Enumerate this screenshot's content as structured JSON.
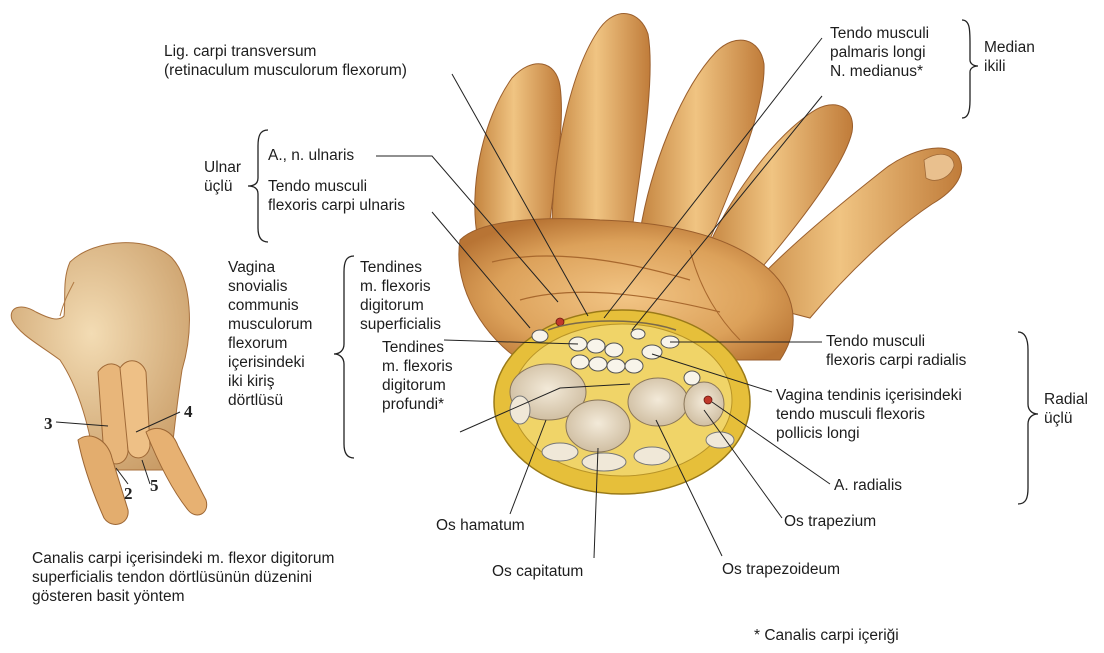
{
  "labels": {
    "lig_carpi": [
      "Lig. carpi transversum",
      "(retinaculum musculorum flexorum)"
    ],
    "median_tendo": [
      "Tendo musculi",
      "palmaris longi"
    ],
    "n_medianus": "N. medianus*",
    "median_group": [
      "Median",
      "ikili"
    ],
    "ulnar_group": [
      "Ulnar",
      "üçlü"
    ],
    "a_n_ulnaris": "A., n. ulnaris",
    "tendo_fcu": [
      "Tendo musculi",
      "flexoris carpi ulnaris"
    ],
    "vagina_synovialis": [
      "Vagina",
      "snovialis",
      "communis",
      "musculorum",
      "flexorum",
      "içerisindeki",
      "iki kiriş",
      "dörtlüsü"
    ],
    "tendines_superficialis": [
      "Tendines",
      "m. flexoris",
      "digitorum",
      "superficialis"
    ],
    "tendines_profundi": [
      "Tendines",
      "m. flexoris",
      "digitorum",
      "profundi*"
    ],
    "tendo_fcr": [
      "Tendo musculi",
      "flexoris carpi radialis"
    ],
    "vagina_tendinis": [
      "Vagina tendinis içerisindeki",
      "tendo musculi flexoris",
      "pollicis longi"
    ],
    "radial_group": [
      "Radial",
      "üçlü"
    ],
    "a_radialis": "A. radialis",
    "os_trapezium": "Os trapezium",
    "os_hamatum": "Os hamatum",
    "os_capitatum": "Os capitatum",
    "os_trapezoideum": "Os trapezoideum",
    "caption": [
      "Canalis carpi içerisindeki m. flexor digitorum",
      "superficialis tendon dörtlüsünün düzenini",
      "gösteren basit yöntem"
    ],
    "footnote": "* Canalis carpi içeriği"
  },
  "finger_numbers": [
    "3",
    "4",
    "2",
    "5"
  ],
  "colors": {
    "skin": "#e0a45a",
    "skin_dark": "#b8743a",
    "skin_light": "#f0c684",
    "fat": "#e8c43a",
    "bone": "#e8dcc8",
    "tendon": "#f4f0e4",
    "line": "#222222"
  }
}
